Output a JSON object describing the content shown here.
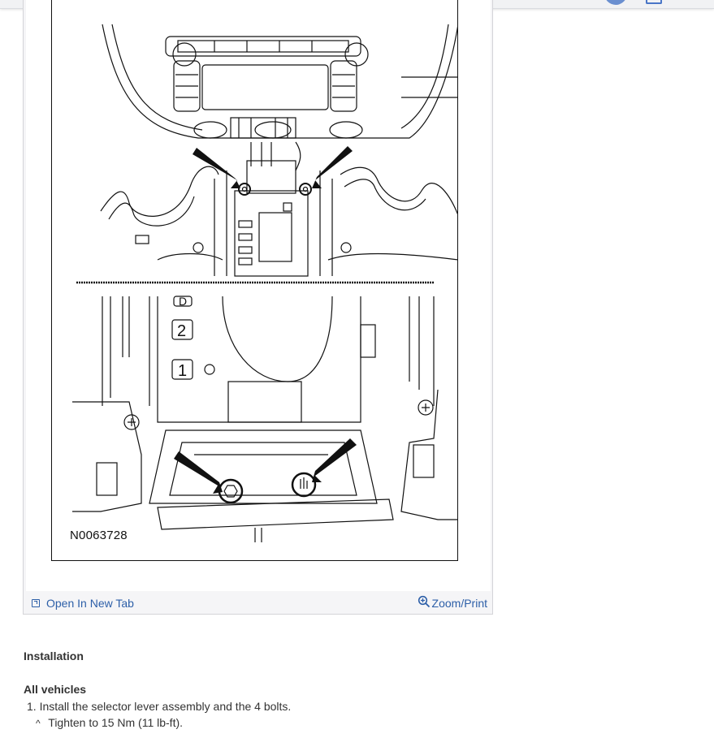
{
  "figure": {
    "code": "N0063728",
    "gear_labels": [
      "D",
      "2",
      "1"
    ]
  },
  "footer": {
    "open_new_tab": "Open In New Tab",
    "zoom_print": "Zoom/Print"
  },
  "content": {
    "heading": "Installation",
    "subheading": "All vehicles",
    "steps": [
      {
        "number": "1.",
        "text": "Install the selector lever assembly and the 4 bolts.",
        "substeps": [
          {
            "bullet": "^",
            "text": "Tighten to 15 Nm (11 lb-ft)."
          }
        ]
      }
    ]
  },
  "colors": {
    "link": "#2d5fa8",
    "text": "#333333",
    "card_bg": "#f5f5f7"
  }
}
